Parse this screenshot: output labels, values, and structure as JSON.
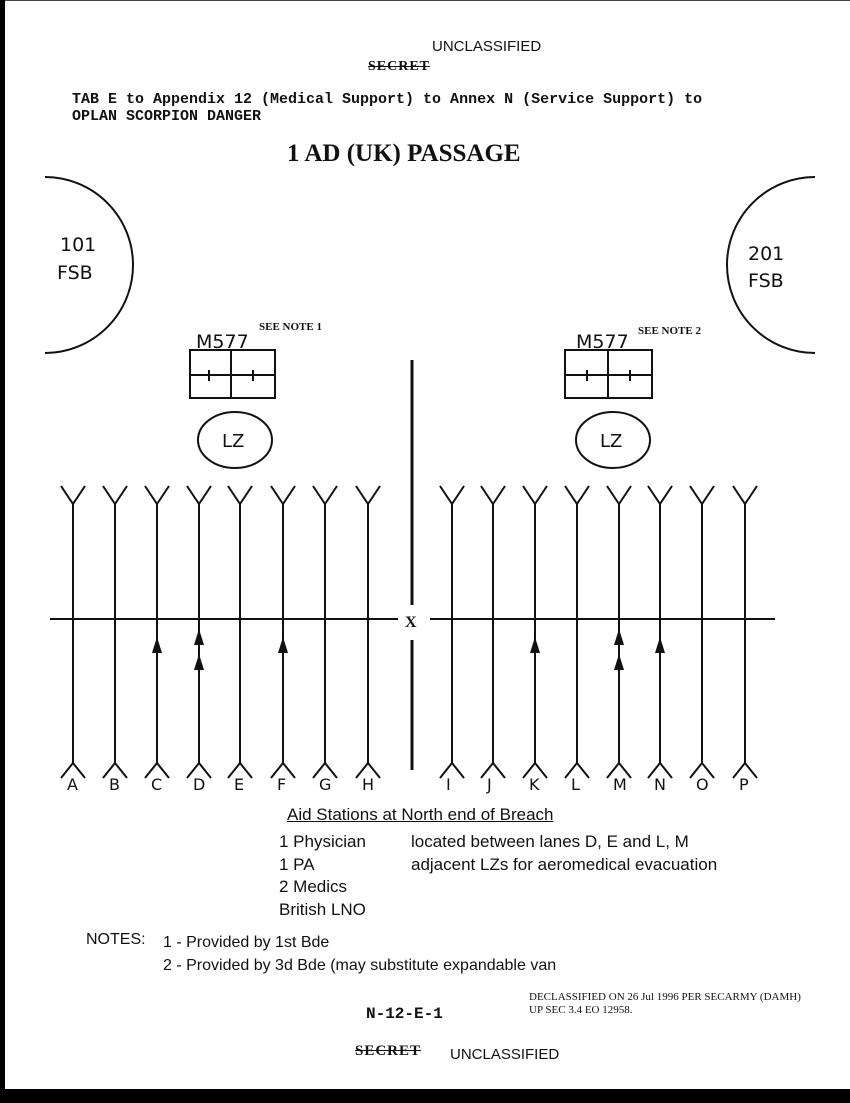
{
  "header": {
    "classification_top": "UNCLASSIFIED",
    "struck_top": "SECRET",
    "tab_line1": "TAB E to Appendix 12 (Medical Support) to Annex N (Service Support) to",
    "tab_line2": "OPLAN SCORPION DANGER",
    "title": "1 AD (UK) PASSAGE"
  },
  "diagram": {
    "left_unit": {
      "line1": "101",
      "line2": "FSB"
    },
    "right_unit": {
      "line1": "201",
      "line2": "FSB"
    },
    "left_vehicle": {
      "label": "M577",
      "note": "SEE NOTE 1",
      "lz": "LZ"
    },
    "right_vehicle": {
      "label": "M577",
      "note": "SEE NOTE 2",
      "lz": "LZ"
    },
    "center_mark": "X",
    "lanes_left": [
      "A",
      "B",
      "C",
      "D",
      "E",
      "F",
      "G",
      "H"
    ],
    "lanes_right": [
      "I",
      "J",
      "K",
      "L",
      "M",
      "N",
      "O",
      "P"
    ],
    "arrows_per_lane": {
      "C": 1,
      "D": 2,
      "F": 1,
      "K": 1,
      "M": 2,
      "N": 1
    }
  },
  "aid_stations": {
    "heading": "Aid Stations at North end of Breach",
    "staff": [
      "1 Physician",
      "1 PA",
      "2 Medics",
      "British LNO"
    ],
    "details": [
      "located between lanes D, E and L, M",
      "adjacent LZs for aeromedical evacuation"
    ]
  },
  "notes": {
    "label": "NOTES:",
    "items": [
      "1 - Provided by 1st Bde",
      "2 - Provided by 3d Bde (may substitute expandable van"
    ]
  },
  "footer": {
    "page_id": "N-12-E-1",
    "declass_line1": "DECLASSIFIED ON 26 Jul 1996 PER SECARMY (DAMH)",
    "declass_line2": "UP SEC 3.4 EO 12958.",
    "struck_bottom": "SECRET",
    "classification_bottom": "UNCLASSIFIED"
  }
}
